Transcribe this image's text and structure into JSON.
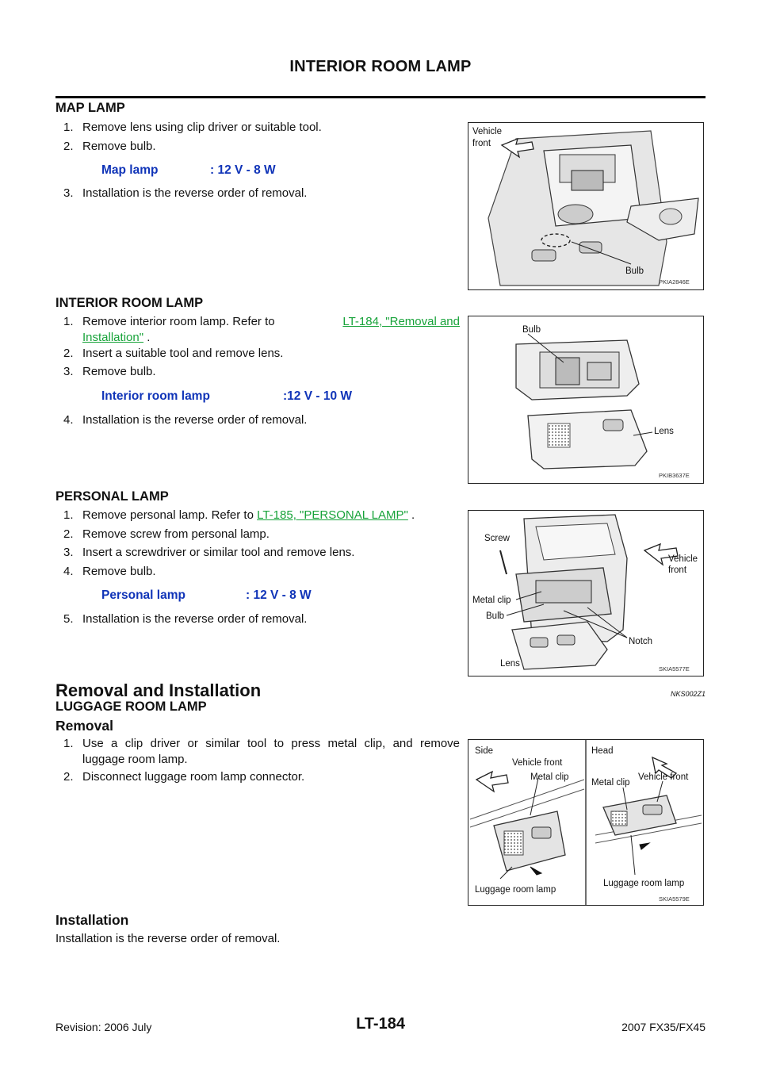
{
  "header": {
    "title": "INTERIOR ROOM LAMP"
  },
  "map_lamp": {
    "heading": "MAP LAMP",
    "steps": [
      {
        "num": "1.",
        "text": "Remove lens using clip driver or suitable tool."
      },
      {
        "num": "2.",
        "text": "Remove bulb."
      },
      {
        "num": "3.",
        "text": "Installation is the reverse order of removal."
      }
    ],
    "spec_label": "Map lamp",
    "spec_value": ": 12 V - 8 W",
    "figure": {
      "labels": [
        "Vehicle",
        "front",
        "Bulb"
      ],
      "code": "PKIA2846E"
    }
  },
  "interior_room_lamp": {
    "heading": "INTERIOR ROOM LAMP",
    "step1_prefix": "1.",
    "step1_text": "Remove interior room lamp. Refer to",
    "step1_link_a": "LT-184, \"Removal and",
    "step1_link_b": "Installation\"",
    "step1_suffix": ".",
    "steps": [
      {
        "num": "2.",
        "text": "Insert a suitable tool and remove lens."
      },
      {
        "num": "3.",
        "text": "Remove bulb."
      },
      {
        "num": "4.",
        "text": "Installation is the reverse order of removal."
      }
    ],
    "spec_label": "Interior room lamp",
    "spec_value": ":12 V - 10 W",
    "figure": {
      "labels": [
        "Bulb",
        "Lens"
      ],
      "code": "PKIB3637E"
    }
  },
  "personal_lamp": {
    "heading": "PERSONAL LAMP",
    "step1_prefix": "1.",
    "step1_text": "Remove personal lamp. Refer to",
    "step1_link": "LT-185, \"PERSONAL LAMP\"",
    "step1_suffix": ".",
    "steps": [
      {
        "num": "2.",
        "text": "Remove screw from personal lamp."
      },
      {
        "num": "3.",
        "text": "Insert a screwdriver or similar tool and remove lens."
      },
      {
        "num": "4.",
        "text": "Remove bulb."
      },
      {
        "num": "5.",
        "text": "Installation is the reverse order of removal."
      }
    ],
    "spec_label": "Personal lamp",
    "spec_value": ": 12 V - 8 W",
    "figure": {
      "labels": [
        "Screw",
        "Vehicle",
        "front",
        "Metal clip",
        "Bulb",
        "Notch",
        "Lens"
      ],
      "code": "SKIA5577E"
    }
  },
  "removal_installation": {
    "heading": "Removal and Installation",
    "code": "NKS002Z1",
    "subheading": "LUGGAGE ROOM LAMP",
    "removal_heading": "Removal",
    "step1_num": "1.",
    "step1_line1": "Use a clip driver or similar tool to press metal clip, and remove",
    "step1_line2": "luggage room lamp.",
    "step2_num": "2.",
    "step2_text": "Disconnect luggage room lamp connector.",
    "figure": {
      "labels": [
        "Side",
        "Vehicle front",
        "Metal clip",
        "Luggage room lamp",
        "Head",
        "Metal clip",
        "Vehicle front",
        "Luggage room lamp"
      ],
      "code": "SKIA5579E"
    },
    "installation_heading": "Installation",
    "installation_text": "Installation is the reverse order of removal."
  },
  "footer": {
    "revision": "Revision: 2006 July",
    "page": "LT-184",
    "model": "2007 FX35/FX45"
  }
}
